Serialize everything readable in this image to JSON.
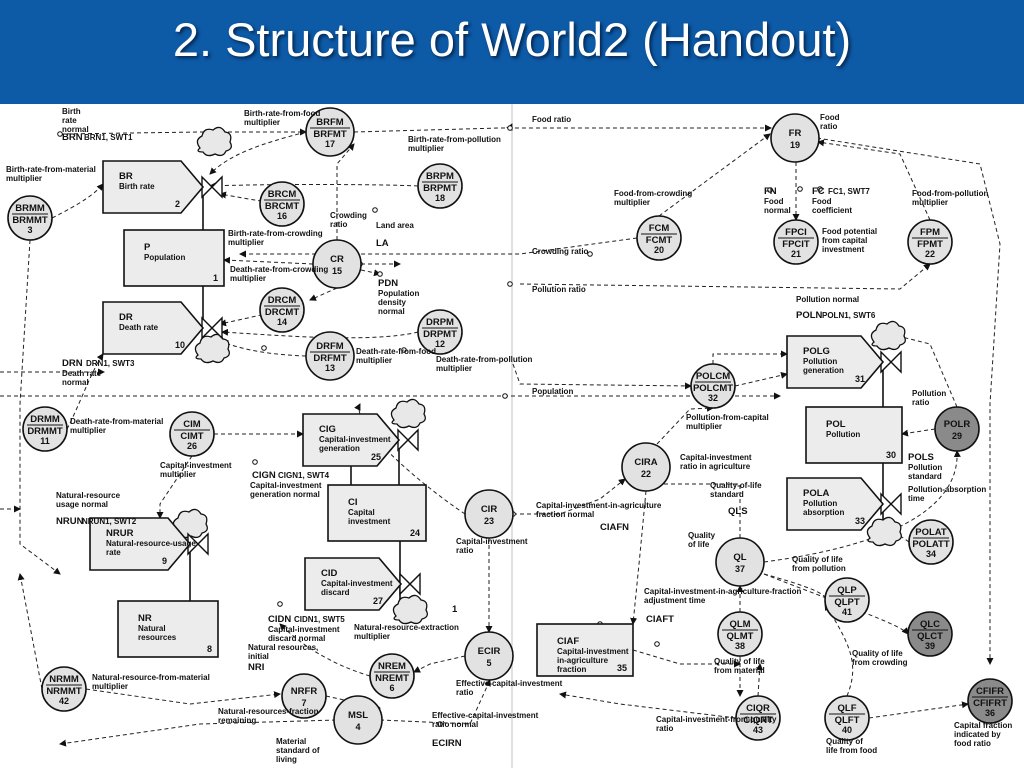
{
  "slide": {
    "title": "2. Structure of World2 (Handout)"
  },
  "levels": [
    {
      "id": "p",
      "code": "P",
      "name": "Population",
      "num": "1"
    },
    {
      "id": "ci",
      "code": "CI",
      "name": "Capital investment",
      "num": "24"
    },
    {
      "id": "nr",
      "code": "NR",
      "name": "Natural resources",
      "num": "8"
    },
    {
      "id": "pol",
      "code": "POL",
      "name": "Pollution",
      "num": "30"
    },
    {
      "id": "ciaf",
      "code": "CIAF",
      "name": "Capital-investment in-agriculture fraction",
      "num": "35"
    }
  ],
  "rates": [
    {
      "id": "br",
      "code": "BR",
      "name": "Birth rate",
      "num": "2"
    },
    {
      "id": "dr",
      "code": "DR",
      "name": "Death rate",
      "num": "10"
    },
    {
      "id": "cig",
      "code": "CIG",
      "name": "Capital-investment generation",
      "num": "25"
    },
    {
      "id": "cid",
      "code": "CID",
      "name": "Capital-investment discard",
      "num": "27"
    },
    {
      "id": "nrur",
      "code": "NRUR",
      "name": "Natural-resource-usage rate",
      "num": "9"
    },
    {
      "id": "polg",
      "code": "POLG",
      "name": "Pollution generation",
      "num": "31"
    },
    {
      "id": "pola",
      "code": "POLA",
      "name": "Pollution absorption",
      "num": "33"
    }
  ],
  "auxiliaries": [
    {
      "id": "brmm",
      "code1": "BRMM",
      "code2": "BRMMT",
      "num": "3"
    },
    {
      "id": "brfm",
      "code1": "BRFM",
      "code2": "BRFMT",
      "num": "17"
    },
    {
      "id": "brcm",
      "code1": "BRCM",
      "code2": "BRCMT",
      "num": "16"
    },
    {
      "id": "brpm",
      "code1": "BRPM",
      "code2": "BRPMT",
      "num": "18"
    },
    {
      "id": "cr",
      "code1": "CR",
      "code2": "",
      "num": "15"
    },
    {
      "id": "drcm",
      "code1": "DRCM",
      "code2": "DRCMT",
      "num": "14"
    },
    {
      "id": "drpm",
      "code1": "DRPM",
      "code2": "DRPMT",
      "num": "12"
    },
    {
      "id": "drfm",
      "code1": "DRFM",
      "code2": "DRFMT",
      "num": "13"
    },
    {
      "id": "drmm",
      "code1": "DRMM",
      "code2": "DRMMT",
      "num": "11"
    },
    {
      "id": "cim",
      "code1": "CIM",
      "code2": "CIMT",
      "num": "26"
    },
    {
      "id": "cir",
      "code1": "CIR",
      "code2": "",
      "num": "23"
    },
    {
      "id": "ecir",
      "code1": "ECIR",
      "code2": "",
      "num": "5"
    },
    {
      "id": "nrem",
      "code1": "NREM",
      "code2": "NREMT",
      "num": "6"
    },
    {
      "id": "nrfr",
      "code1": "NRFR",
      "code2": "",
      "num": "7"
    },
    {
      "id": "msl",
      "code1": "MSL",
      "code2": "",
      "num": "4"
    },
    {
      "id": "nrmm",
      "code1": "NRMM",
      "code2": "NRMMT",
      "num": "42"
    },
    {
      "id": "fr",
      "code1": "FR",
      "code2": "",
      "num": "19"
    },
    {
      "id": "fcm",
      "code1": "FCM",
      "code2": "FCMT",
      "num": "20"
    },
    {
      "id": "fpci",
      "code1": "FPCI",
      "code2": "FPCIT",
      "num": "21"
    },
    {
      "id": "fpm",
      "code1": "FPM",
      "code2": "FPMT",
      "num": "22"
    },
    {
      "id": "polcm",
      "code1": "POLCM",
      "code2": "POLCMT",
      "num": "32"
    },
    {
      "id": "polr",
      "code1": "POLR",
      "code2": "",
      "num": "29"
    },
    {
      "id": "cira",
      "code1": "CIRA",
      "code2": "",
      "num": "22"
    },
    {
      "id": "polat",
      "code1": "POLAT",
      "code2": "POLATT",
      "num": "34"
    },
    {
      "id": "ql",
      "code1": "QL",
      "code2": "",
      "num": "37"
    },
    {
      "id": "qlp",
      "code1": "QLP",
      "code2": "QLPT",
      "num": "41"
    },
    {
      "id": "qlc",
      "code1": "QLC",
      "code2": "QLCT",
      "num": "39"
    },
    {
      "id": "qlm",
      "code1": "QLM",
      "code2": "QLMT",
      "num": "38"
    },
    {
      "id": "ciqr",
      "code1": "CIQR",
      "code2": "CIQRT",
      "num": "43"
    },
    {
      "id": "qlf",
      "code1": "QLF",
      "code2": "QLFT",
      "num": "40"
    },
    {
      "id": "cfifr",
      "code1": "CFIFR",
      "code2": "CFIFRT",
      "num": "36"
    }
  ],
  "annotations": {
    "brn": "Birth rate normal",
    "brn_code": "BRN",
    "brn_sw": "BRN1, SWT1",
    "brmm_lbl": "Birth-rate-from-material multiplier",
    "brfm_lbl": "Birth-rate-from-food multiplier",
    "brpm_lbl": "Birth-rate-from-pollution multiplier",
    "brcm_lbl": "Birth-rate-from-crowding multiplier",
    "cr_lbl": "Crowding ratio",
    "la_lbl": "Land area",
    "la_code": "LA",
    "pdn_code": "PDN",
    "pdn_lbl": "Population density normal",
    "drcm_lbl": "Death-rate-from-crowding multiplier",
    "drpm_lbl": "Death-rate-from-pollution multiplier",
    "drfm_lbl": "Death-rate-from-food multiplier",
    "drn_code": "DRN",
    "drn_sw": "DRN1, SWT3",
    "drn_lbl": "Death rate normal",
    "drmm_lbl": "Death-rate-from-material multiplier",
    "cim_lbl": "Capital-investment multiplier",
    "cign_code": "CIGN",
    "cign_sw": "CIGN1, SWT4",
    "cign_lbl": "Capital-investment generation normal",
    "cidn_code": "CIDN",
    "cidn_sw": "CIDN1, SWT5",
    "cidn_lbl": "Capital-investment discard normal",
    "cir_lbl": "Capital-investment ratio",
    "nrun_lbl": "Natural-resource usage normal",
    "nrun_code": "NRUN",
    "nrun_sw": "NRUN1, SWT2",
    "nri_lbl": "Natural resources, initial",
    "nri_code": "NRI",
    "nrem_lbl": "Natural-resource-extraction multiplier",
    "nrfr_lbl": "Natural-resources-fraction remaining",
    "nrmm_lbl": "Natural-resource-from-material multiplier",
    "msl_lbl": "Material standard of living",
    "ecir_lbl": "Effective-capital-investment ratio",
    "ecirn_lbl": "Effective-capital-investment ratio normal",
    "ecirn_code": "ECIRN",
    "one": "1",
    "ciafn_lbl": "Capital-investment-in-agriculture fraction normal",
    "ciafn_code": "CIAFN",
    "ciaft_lbl": "Capital-investment-in-agriculture-fraction adjustment time",
    "ciaft_code": "CIAFT",
    "food_ratio": "Food ratio",
    "fr_lbl": "Food ratio",
    "fn_code": "FN",
    "fn_lbl": "Food normal",
    "fc_code": "FC",
    "fc_sw": "FC1, SWT7",
    "fc_lbl": "Food coefficient",
    "fcm_lbl": "Food-from-crowding multiplier",
    "fpci_lbl": "Food potential from capital investment",
    "fpm_lbl": "Food-from-pollution multiplier",
    "crowding_ratio": "Crowding ratio",
    "pollution_ratio": "Pollution ratio",
    "population": "Population",
    "poln_lbl": "Pollution normal",
    "poln_code": "POLN",
    "poln_sw": "POLN1, SWT6",
    "polcm_lbl": "Pollution-from-capital multiplier",
    "cira_lbl": "Capital-investment ratio in agriculture",
    "polr_lbl": "Pollution ratio",
    "pols_code": "POLS",
    "pols_lbl": "Pollution standard",
    "polat_lbl": "Pollution-absorption time",
    "qls_lbl": "Quality-of-life standard",
    "qls_code": "QLS",
    "ql_lbl": "Quality of life",
    "qlp_lbl": "Quality of life from pollution",
    "qlc_lbl": "Quality of life from crowding",
    "qlm_lbl": "Quality of life from material",
    "ciqr_lbl": "Capital-investment-from-quality ratio",
    "qlf_lbl": "Quality of life from food",
    "cfifr_lbl": "Capital fraction indicated by food ratio"
  }
}
